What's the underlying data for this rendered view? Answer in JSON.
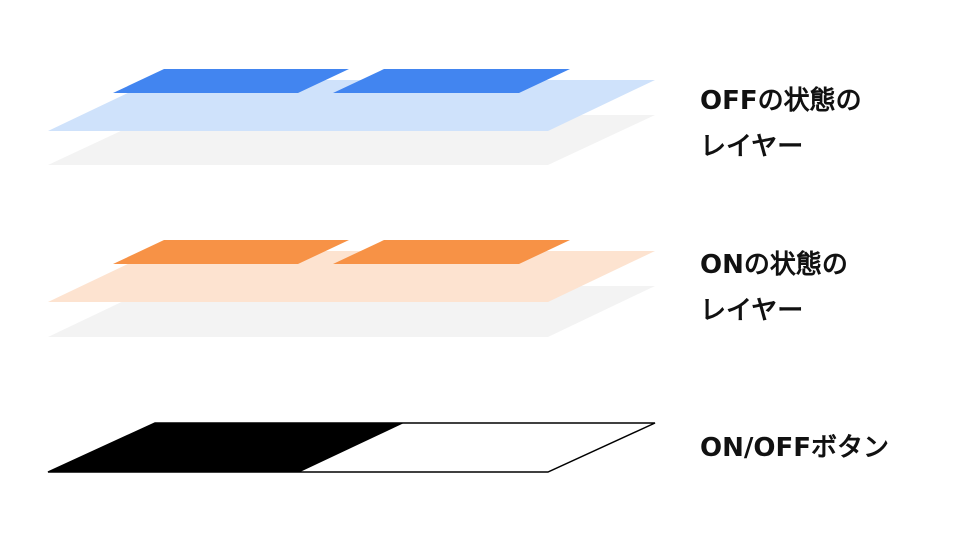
{
  "diagram": {
    "labels": {
      "off_layer": [
        "OFFの状態の",
        "レイヤー"
      ],
      "on_layer": [
        "ONの状態の",
        "レイヤー"
      ],
      "on_off_button": [
        "ON/OFFボタン"
      ]
    },
    "colors": {
      "base_layer": "#f3f3f3",
      "off_panel": "#cfe2fb",
      "off_keys": "#4285f0",
      "on_panel": "#fde3d0",
      "on_keys": "#f79246",
      "button_on_part": "#000000",
      "button_off_part": "#ffffff",
      "button_outline": "#000000",
      "text": "#111111"
    }
  }
}
